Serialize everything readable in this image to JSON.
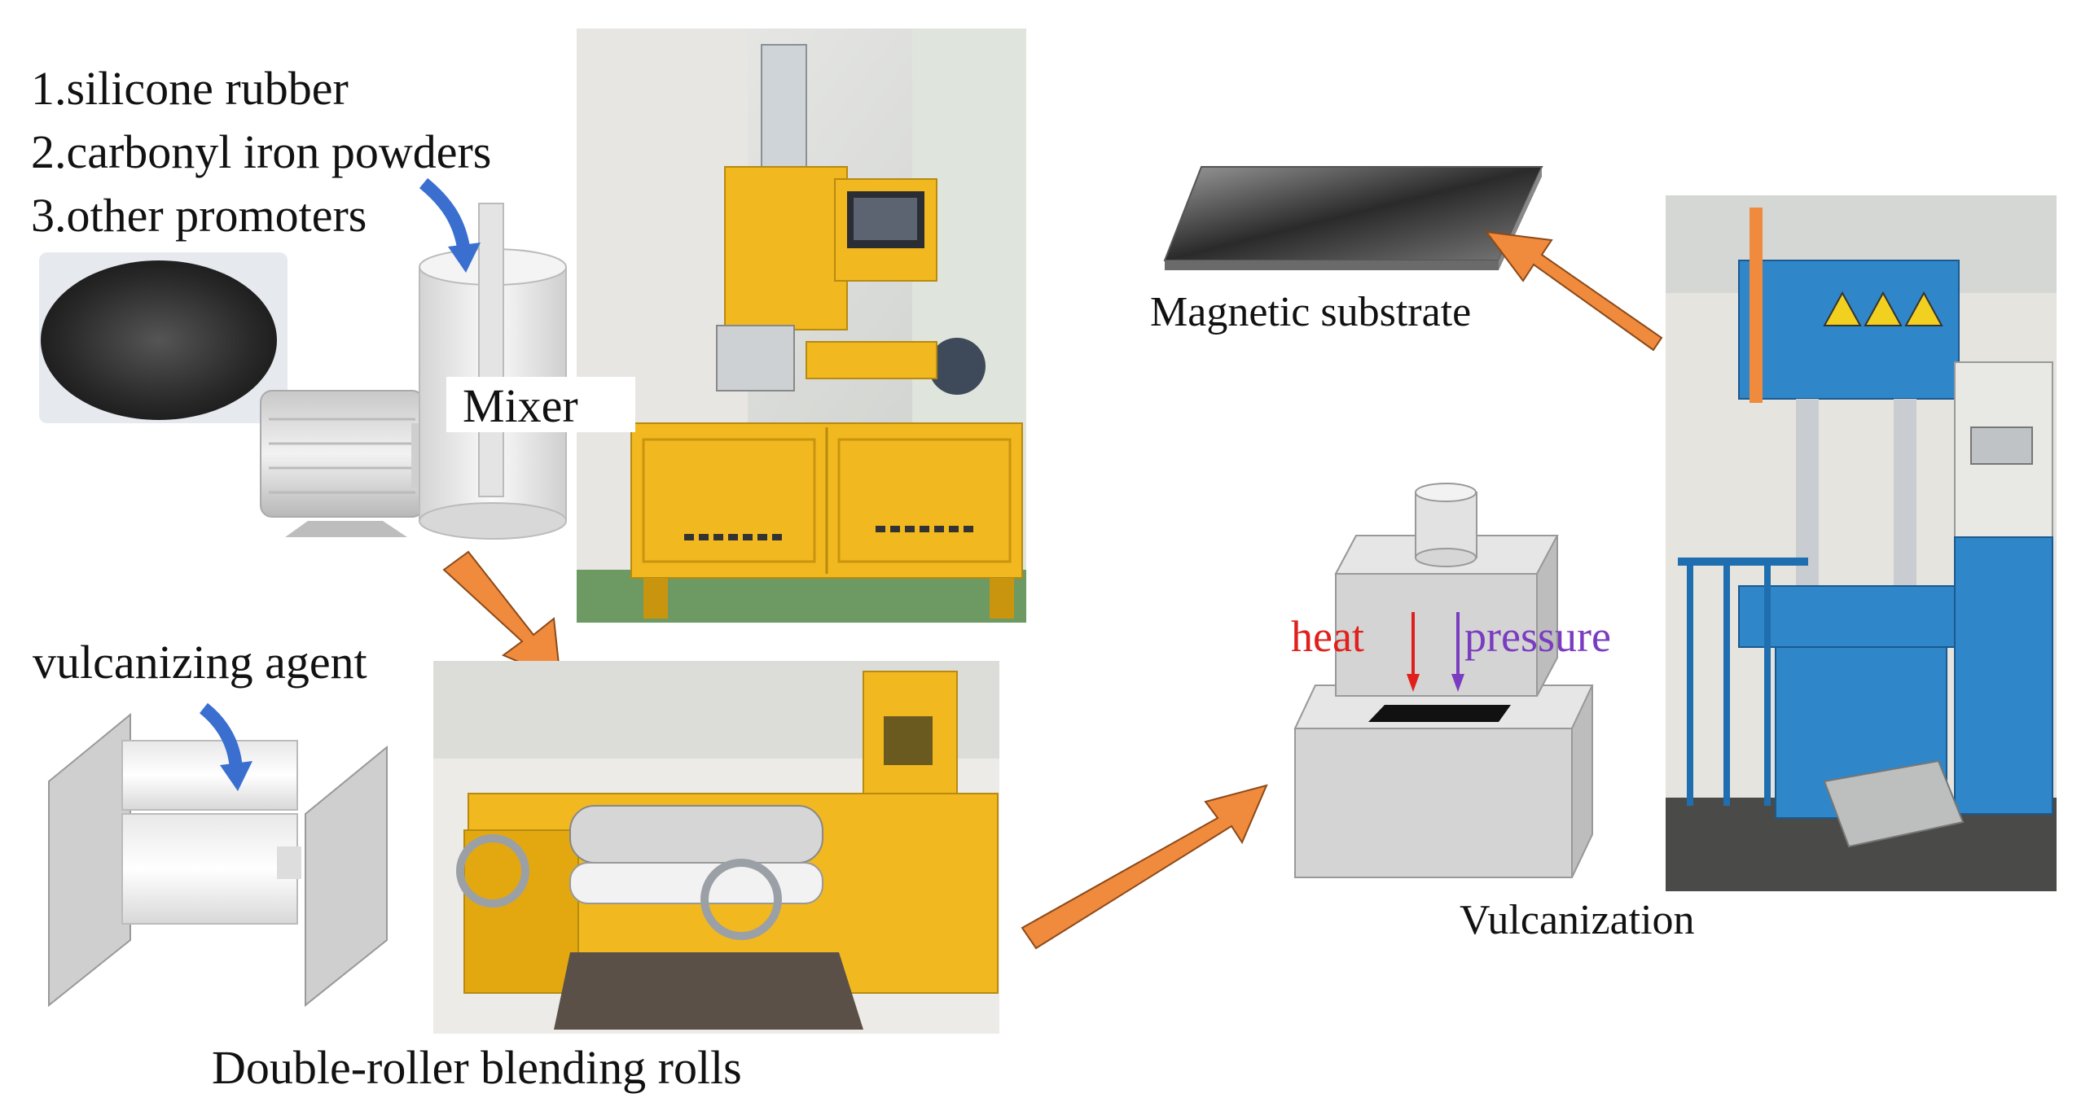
{
  "ingredients": [
    "1.silicone rubber",
    "2.carbonyl iron powders",
    "3.other promoters"
  ],
  "labels": {
    "mixer": "Mixer",
    "vulcanizing_agent": "vulcanizing agent",
    "double_roller": "Double-roller blending rolls",
    "heat": "heat",
    "pressure": "pressure",
    "magnetic_substrate": "Magnetic substrate",
    "vulcanization": "Vulcanization"
  },
  "colors": {
    "flow_arrow": "#F08A3C",
    "ingredient_arrow": "#3A6FD0",
    "heat": "#E0201C",
    "pressure": "#7A3CC0",
    "machine_yellow": "#F2B820",
    "press_blue": "#2F86C8"
  }
}
